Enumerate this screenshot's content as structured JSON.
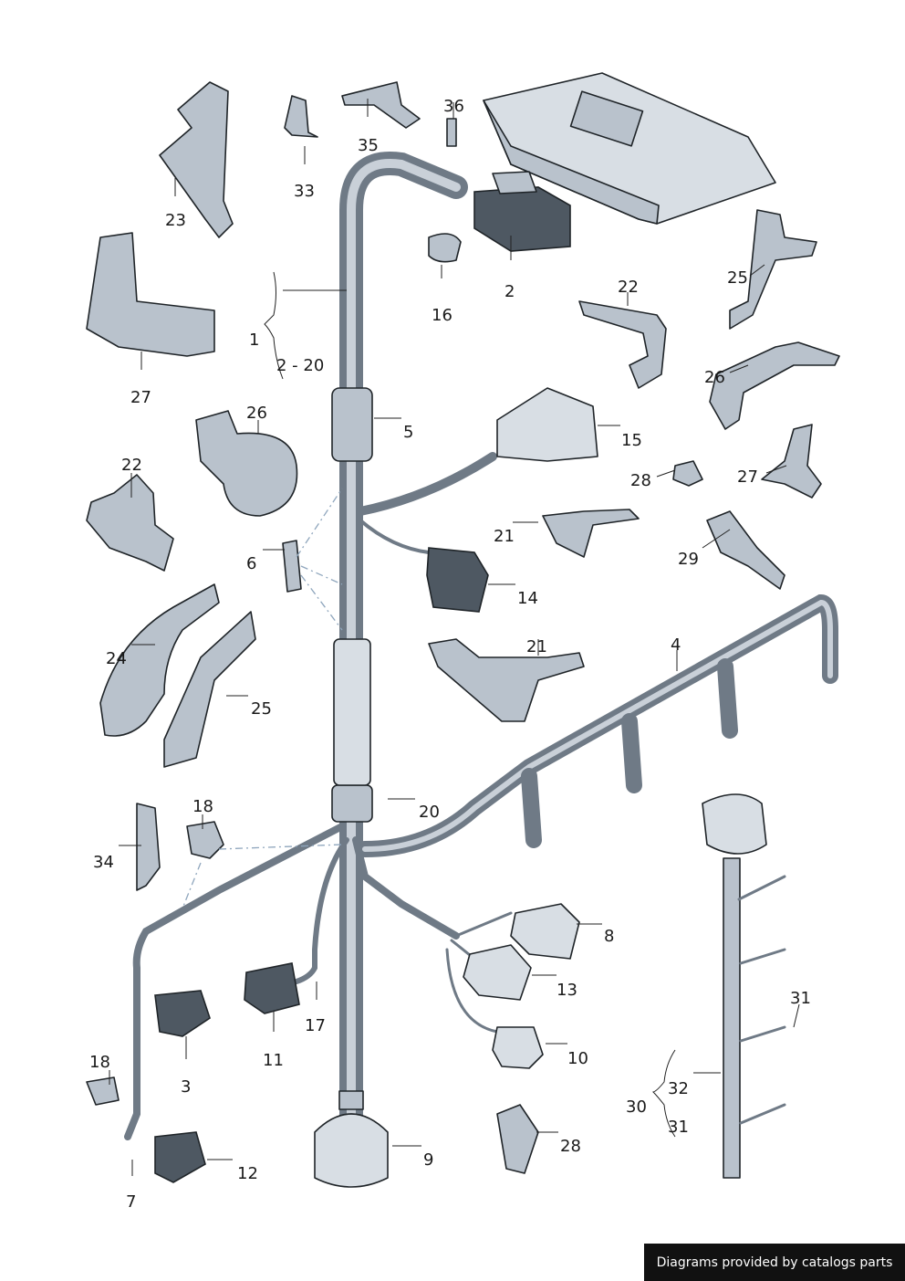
{
  "callouts": {
    "c1": "1",
    "c2_20": "2 - 20",
    "c2": "2",
    "c3": "3",
    "c4": "4",
    "c5": "5",
    "c6": "6",
    "c7": "7",
    "c8": "8",
    "c9": "9",
    "c10": "10",
    "c11": "11",
    "c12": "12",
    "c13": "13",
    "c14": "14",
    "c15": "15",
    "c16": "16",
    "c17": "17",
    "c18a": "18",
    "c18b": "18",
    "c20": "20",
    "c21a": "21",
    "c21b": "21",
    "c22a": "22",
    "c22b": "22",
    "c23": "23",
    "c24": "24",
    "c25a": "25",
    "c25b": "25",
    "c26a": "26",
    "c26b": "26",
    "c27a": "27",
    "c27b": "27",
    "c28a": "28",
    "c28b": "28",
    "c29": "29",
    "c30": "30",
    "c31a": "31",
    "c31b": "31",
    "c32": "32",
    "c33": "33",
    "c34": "34",
    "c35": "35",
    "c36": "36"
  },
  "footer": {
    "text": "Diagrams provided by catalogs parts"
  }
}
